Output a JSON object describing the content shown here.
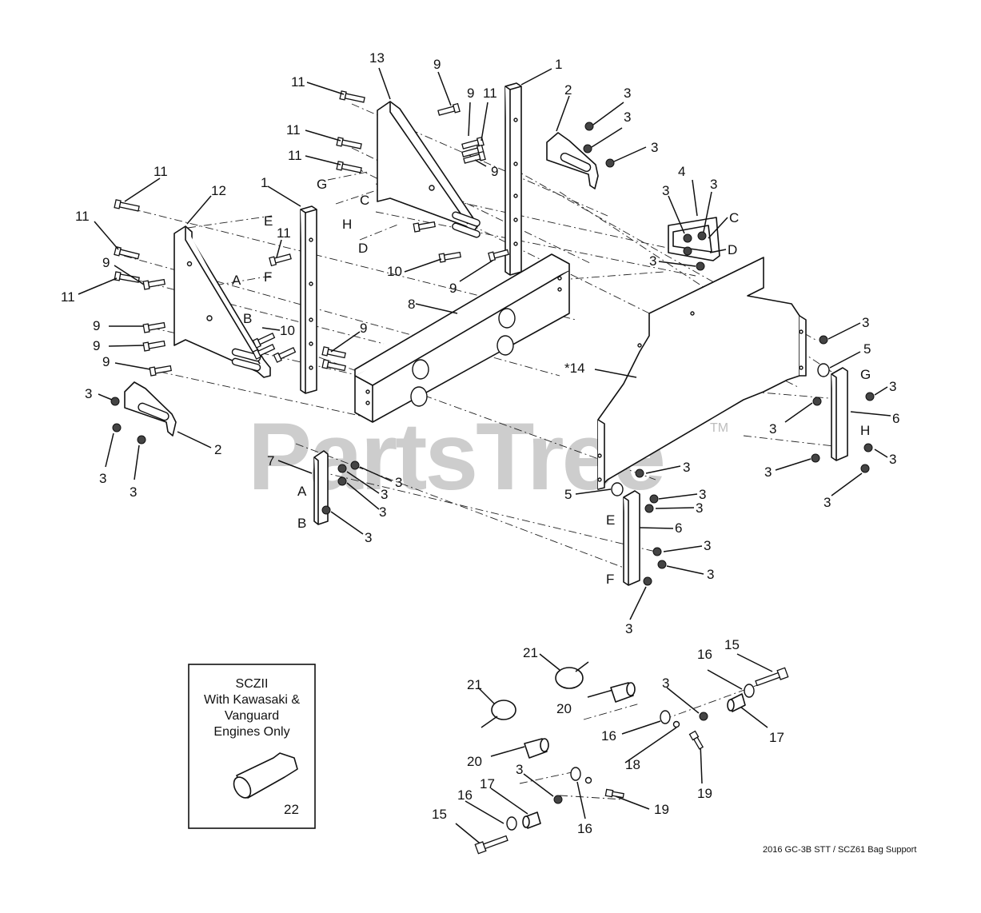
{
  "watermark": {
    "text": "PartsTree",
    "tm": "TM"
  },
  "inset": {
    "lines": [
      "SCZII",
      "With Kawasaki &",
      "Vanguard",
      "Engines Only"
    ],
    "callout": "22"
  },
  "caption": "2016 GC-3B STT / SCZ61 Bag Support",
  "letters": {
    "A": "A",
    "B": "B",
    "C": "C",
    "D": "D",
    "E": "E",
    "F": "F",
    "G": "G",
    "H": "H"
  },
  "callouts": {
    "c1": "1",
    "c2": "2",
    "c3": "3",
    "c4": "4",
    "c5": "5",
    "c6": "6",
    "c7": "7",
    "c8": "8",
    "c9": "9",
    "c10": "10",
    "c11": "11",
    "c12": "12",
    "c13": "13",
    "c14": "*14",
    "c15": "15",
    "c16": "16",
    "c17": "17",
    "c18": "18",
    "c19": "19",
    "c20": "20",
    "c21": "21"
  },
  "icons": {
    "watermark": "partstree-watermark",
    "hardware": [
      "hex-bolt-icon",
      "lock-nut-icon",
      "washer-icon",
      "hitch-pin-icon",
      "spacer-icon"
    ]
  }
}
